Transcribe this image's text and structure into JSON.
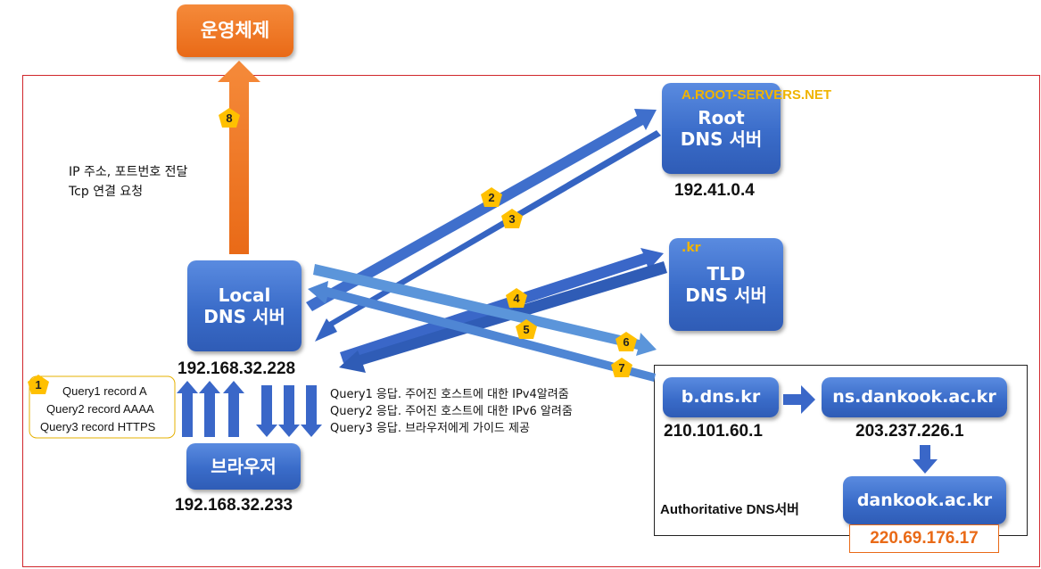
{
  "nodes": {
    "os": "운영체제",
    "root_name": "A.ROOT-SERVERS.NET",
    "root_line1": "Root",
    "root_line2": "DNS 서버",
    "root_ip": "192.41.0.4",
    "tld_name": ".kr",
    "tld_line1": "TLD",
    "tld_line2": "DNS 서버",
    "local_line1": "Local",
    "local_line2": "DNS 서버",
    "local_ip": "192.168.32.228",
    "browser": "브라우저",
    "browser_ip": "192.168.32.233",
    "b_dns": "b.dns.kr",
    "b_dns_ip": "210.101.60.1",
    "ns_dankook": "ns.dankook.ac.kr",
    "ns_dankook_ip": "203.237.226.1",
    "dankook": "dankook.ac.kr",
    "dankook_ip": "220.69.176.17",
    "auth_label": "Authoritative DNS서버"
  },
  "notes": {
    "tcp_line1": "IP 주소, 포트번호 전달",
    "tcp_line2": "Tcp 연결 요청"
  },
  "queries": [
    "Query1 record A",
    "Query2 record AAAA",
    "Query3 record HTTPS"
  ],
  "responses": [
    "Query1 응답. 주어진 호스트에 대한 IPv4알려줌",
    "Query2 응답. 주어진 호스트에 대한 IPv6 알려줌",
    "Query3 응답. 브라우저에게 가이드 제공"
  ],
  "steps": [
    "1",
    "2",
    "3",
    "4",
    "5",
    "6",
    "7",
    "8"
  ],
  "colors": {
    "node_blue": "#3a6cc9",
    "arrow_blue": "#3a67c8",
    "arrow_light": "#5b95da",
    "orange": "#e96a17",
    "badge": "#ffc000",
    "frame_red": "#d0262b",
    "root_name": "#f0b400",
    "ip_orange": "#e96a17"
  }
}
